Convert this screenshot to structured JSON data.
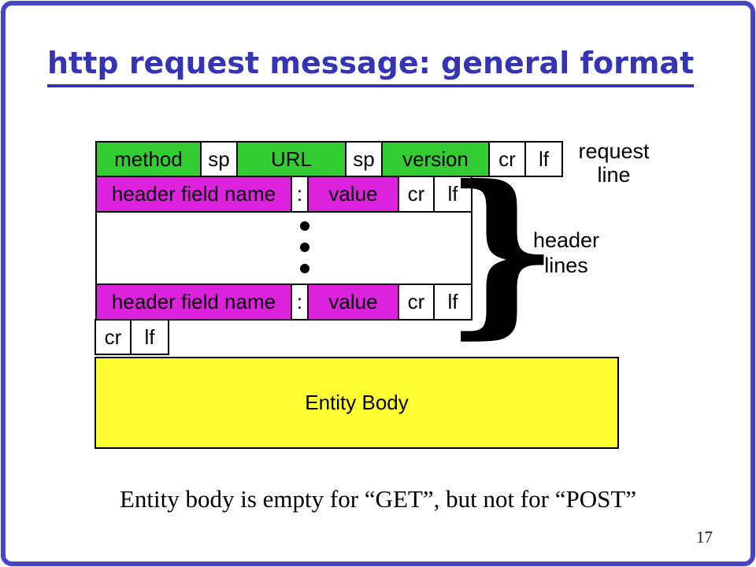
{
  "slide": {
    "title": "http request message: general format",
    "caption": "Entity body is empty for “GET”, but not for “POST”",
    "page_number": "17"
  },
  "diagram": {
    "request_line": {
      "cells": {
        "method": "method",
        "sp1": "sp",
        "url": "URL",
        "sp2": "sp",
        "version": "version",
        "cr": "cr",
        "lf": "lf"
      },
      "annotation_line1": "request",
      "annotation_line2": "line"
    },
    "header_row_top": {
      "name": "header field name",
      "colon": ":",
      "value": "value",
      "cr": "cr",
      "lf": "lf"
    },
    "header_row_bottom": {
      "name": "header field name",
      "colon": ":",
      "value": "value",
      "cr": "cr",
      "lf": "lf"
    },
    "blank_line_row": {
      "cr": "cr",
      "lf": "lf"
    },
    "header_lines_annotation_line1": "header",
    "header_lines_annotation_line2": "lines",
    "brace_glyph": "}",
    "entity_body_label": "Entity Body"
  },
  "colors": {
    "box_green": "#33cc33",
    "box_magenta": "#dd22dd",
    "entity_yellow": "#ffff33",
    "title_blue": "#3434b4",
    "frame_blue": "#4446c6"
  }
}
